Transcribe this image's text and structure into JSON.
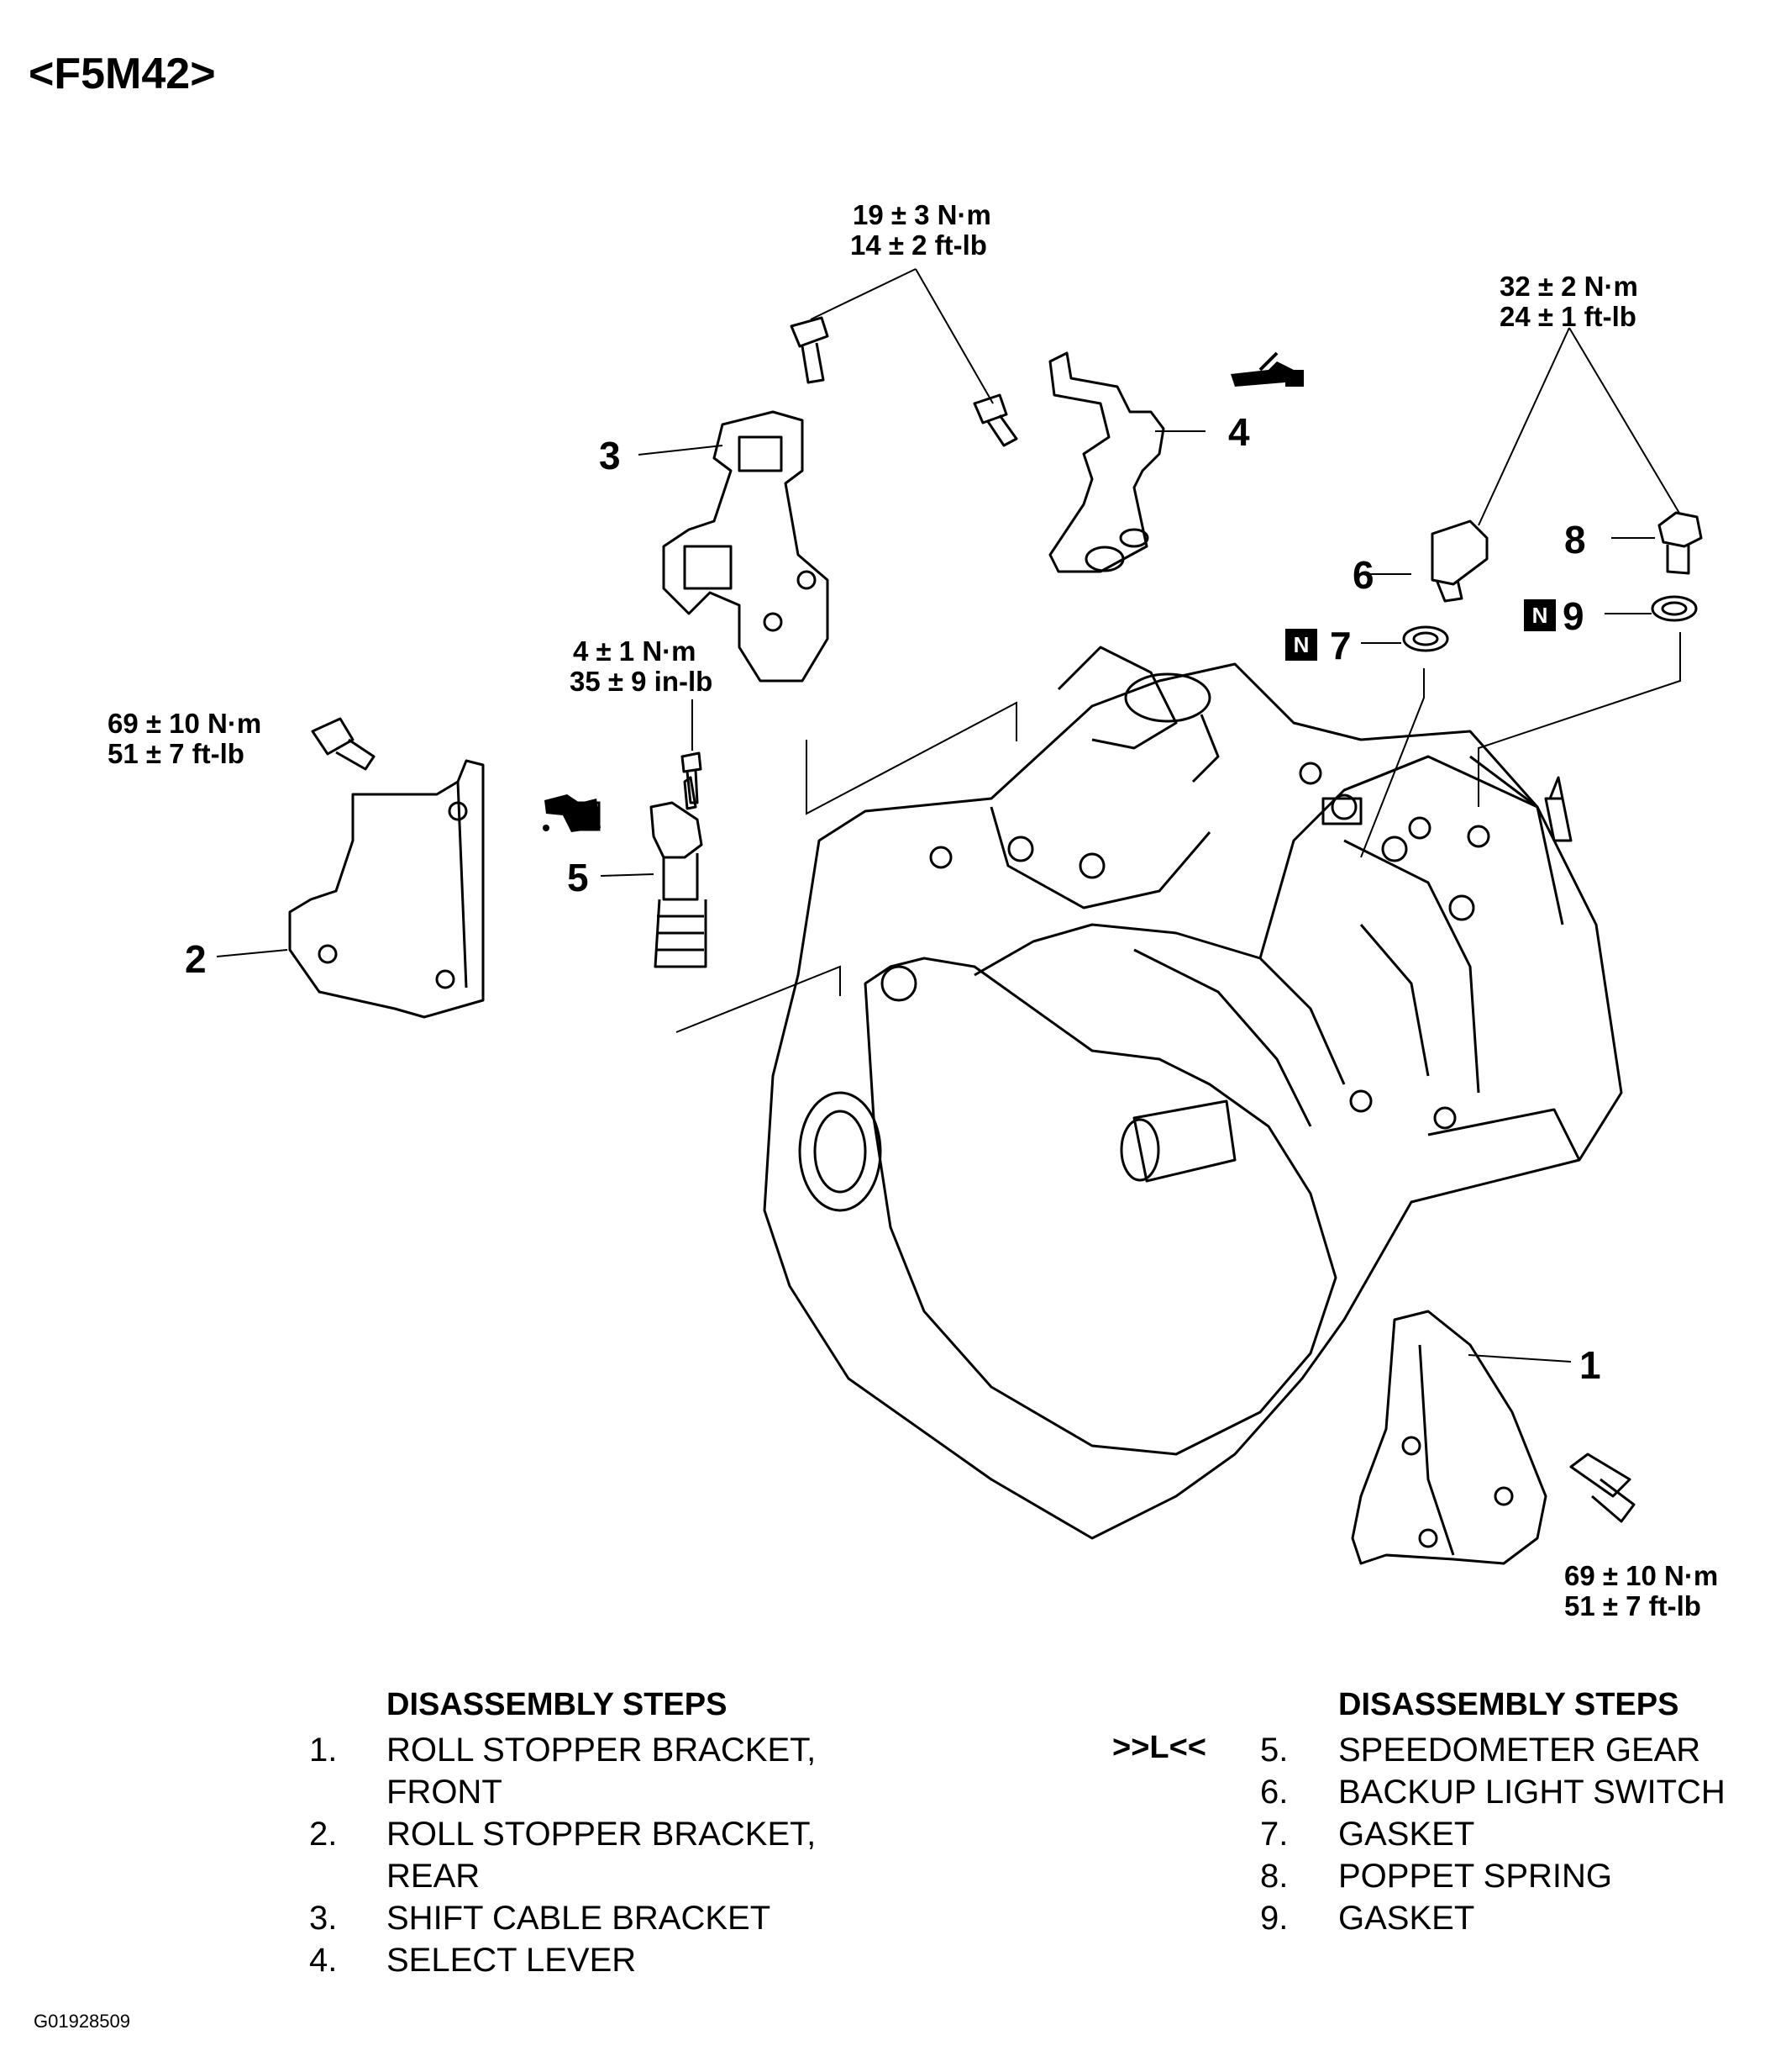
{
  "header": {
    "model": "<F5M42>"
  },
  "torque_specs": {
    "shift_cable_bracket_bolts": [
      "19 ± 3 N·m",
      "14 ± 2 ft-lb"
    ],
    "switch_and_plug": [
      "32 ± 2 N·m",
      "24 ± 1 ft-lb"
    ],
    "speedometer_bolt": [
      "4 ± 1 N·m",
      "35 ± 9 in-lb"
    ],
    "rear_bracket_bolt": [
      "69 ± 10 N·m",
      "51 ± 7 ft-lb"
    ],
    "front_bracket_bolt": [
      "69 ± 10 N·m",
      "51 ± 7 ft-lb"
    ]
  },
  "callouts": [
    "1",
    "2",
    "3",
    "4",
    "5",
    "6",
    "7",
    "8",
    "9"
  ],
  "new_part_badge": "N",
  "icons": {
    "grease": "grease-gun-icon",
    "oil": "oil-can-icon"
  },
  "steps_left": {
    "title": "DISASSEMBLY STEPS",
    "items": [
      {
        "num": "1.",
        "line1": "ROLL STOPPER BRACKET,",
        "line2": "FRONT"
      },
      {
        "num": "2.",
        "line1": "ROLL STOPPER BRACKET,",
        "line2": "REAR"
      },
      {
        "num": "3.",
        "line1": "SHIFT CABLE BRACKET"
      },
      {
        "num": "4.",
        "line1": "SELECT LEVER"
      }
    ]
  },
  "steps_right": {
    "title": "DISASSEMBLY STEPS",
    "reference": ">>L<<",
    "items": [
      {
        "num": "5.",
        "line1": "SPEEDOMETER GEAR"
      },
      {
        "num": "6.",
        "line1": "BACKUP LIGHT SWITCH"
      },
      {
        "num": "7.",
        "line1": "GASKET"
      },
      {
        "num": "8.",
        "line1": "POPPET SPRING"
      },
      {
        "num": "9.",
        "line1": "GASKET"
      }
    ]
  },
  "figure_code": "G01928509"
}
